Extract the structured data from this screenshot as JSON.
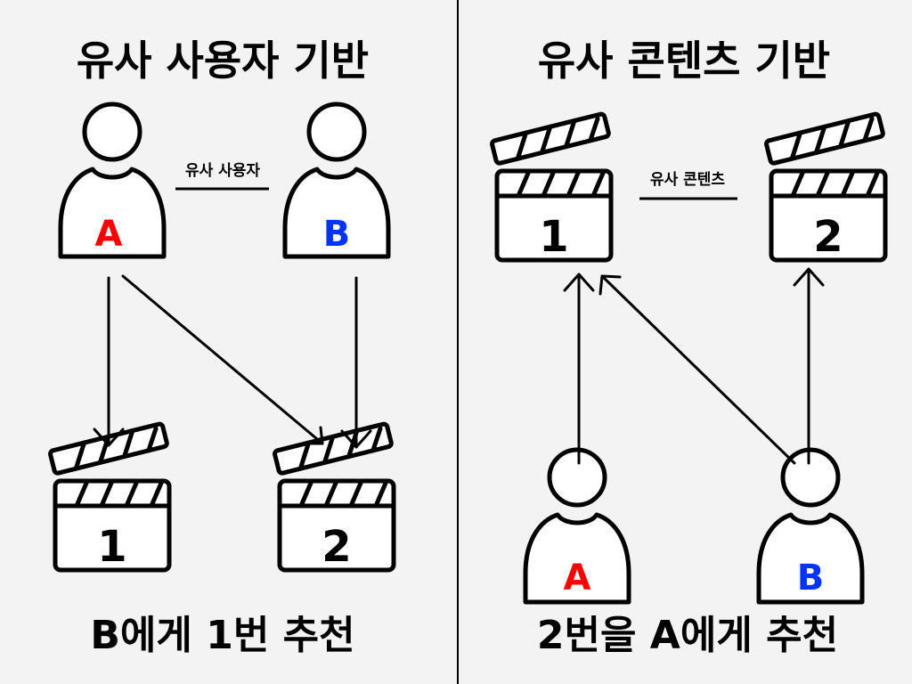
{
  "left_panel": {
    "title": "유사 사용자 기반",
    "link_label": "유사 사용자",
    "user_a_letter": "A",
    "user_b_letter": "B",
    "clip_1_number": "1",
    "clip_2_number": "2",
    "caption": "B에게 1번 추천"
  },
  "right_panel": {
    "title": "유사 콘텐츠 기반",
    "link_label": "유사 콘텐츠",
    "clip_1_number": "1",
    "clip_2_number": "2",
    "user_a_letter": "A",
    "user_b_letter": "B",
    "caption": "2번을 A에게 추천"
  },
  "colors": {
    "user_a": "#ff0000",
    "user_b": "#0033ff",
    "background": "#f3f3f3",
    "ink": "#000000"
  }
}
